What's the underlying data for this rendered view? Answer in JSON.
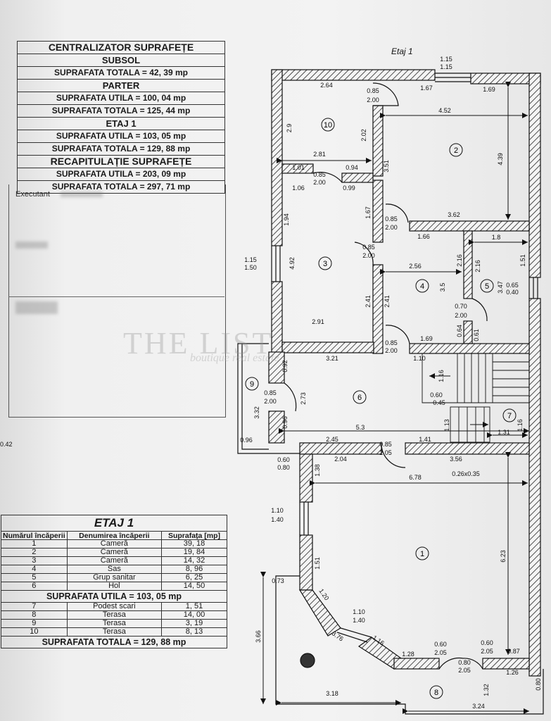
{
  "summary": {
    "title": "CENTRALIZATOR SUPRAFEȚE",
    "rows": [
      {
        "text": "SUBSOL",
        "cls": "sec"
      },
      {
        "text": "SUPRAFATA TOTALA = 42, 39 mp",
        "cls": ""
      },
      {
        "text": "PARTER",
        "cls": "sec"
      },
      {
        "text": "SUPRAFATA UTILA = 100, 04 mp",
        "cls": ""
      },
      {
        "text": "SUPRAFATA TOTALA = 125, 44 mp",
        "cls": ""
      },
      {
        "text": "ETAJ 1",
        "cls": "sec"
      },
      {
        "text": "SUPRAFATA UTILA = 103, 05 mp",
        "cls": ""
      },
      {
        "text": "SUPRAFATA TOTALA = 129, 88 mp",
        "cls": ""
      },
      {
        "text": "RECAPITULAȚIE SUPRAFEȚE",
        "cls": "h1"
      },
      {
        "text": "SUPRAFATA UTILA = 203, 09 mp",
        "cls": ""
      },
      {
        "text": "SUPRAFATA TOTALA = 297, 71 mp",
        "cls": ""
      }
    ],
    "executant_label": "Executant"
  },
  "room_table": {
    "title": "ETAJ 1",
    "headers": [
      "Numărul încăperii",
      "Denumirea încăperii",
      "Suprafața [mp]"
    ],
    "rows_utila": [
      [
        "1",
        "Cameră",
        "39, 18"
      ],
      [
        "2",
        "Cameră",
        "19, 84"
      ],
      [
        "3",
        "Cameră",
        "14, 32"
      ],
      [
        "4",
        "Sas",
        "8, 96"
      ],
      [
        "5",
        "Grup sanitar",
        "6, 25"
      ],
      [
        "6",
        "Hol",
        "14, 50"
      ]
    ],
    "total_utila": "SUPRAFATA UTILA = 103, 05 mp",
    "rows_terase": [
      [
        "7",
        "Podest scari",
        "1, 51"
      ],
      [
        "8",
        "Terasa",
        "14, 00"
      ],
      [
        "9",
        "Terasa",
        "3, 19"
      ],
      [
        "10",
        "Terasa",
        "8, 13"
      ]
    ],
    "total": "SUPRAFATA TOTALA = 129, 88 mp"
  },
  "plan": {
    "title": "Etaj 1",
    "left_mark": "0.42",
    "watermark": "THE LIST",
    "watermark_sub": "boutique real estate",
    "room_numbers": [
      "1",
      "2",
      "3",
      "4",
      "5",
      "6",
      "7",
      "8",
      "9",
      "10"
    ],
    "dimensions": [
      "1.15",
      "1.15",
      "2.64",
      "1.67",
      "1.69",
      "0.85",
      "2.00",
      "4.52",
      "2.9",
      "2.02",
      "4.39",
      "2.81",
      "3.51",
      "1.01",
      "0.94",
      "0.85",
      "2.00",
      "1.06",
      "0.99",
      "1.94",
      "1.67",
      "0.85",
      "2.00",
      "3.62",
      "1.66",
      "1.8",
      "0.85",
      "2.00",
      "2.16",
      "2.16",
      "1.51",
      "1.15",
      "1.50",
      "4.92",
      "2.56",
      "3.5",
      "3.47",
      "0.65",
      "0.40",
      "2.41",
      "2.41",
      "0.70",
      "2.00",
      "2.91",
      "0.85",
      "2.00",
      "1.69",
      "0.64",
      "0.61",
      "3.21",
      "1.10",
      "0.92",
      "1.16",
      "2.73",
      "0.85",
      "2.00",
      "0.60",
      "0.45",
      "3.32",
      "0.96",
      "1.13",
      "1.16",
      "1.31",
      "0.96",
      "5.3",
      "2.45",
      "1.41",
      "0.85",
      "2.05",
      "0.60",
      "0.80",
      "2.04",
      "3.56",
      "1.38",
      "6.78",
      "0.26x0.35",
      "1.10",
      "1.40",
      "6.23",
      "1.51",
      "0.73",
      "1.20",
      "1.10",
      "1.40",
      "3.66",
      "3.76",
      "1.16",
      "1.28",
      "0.60",
      "2.05",
      "0.60",
      "2.05",
      "0.87",
      "0.80",
      "2.05",
      "1.26",
      "1.32",
      "0.80",
      "3.18",
      "3.24"
    ]
  }
}
